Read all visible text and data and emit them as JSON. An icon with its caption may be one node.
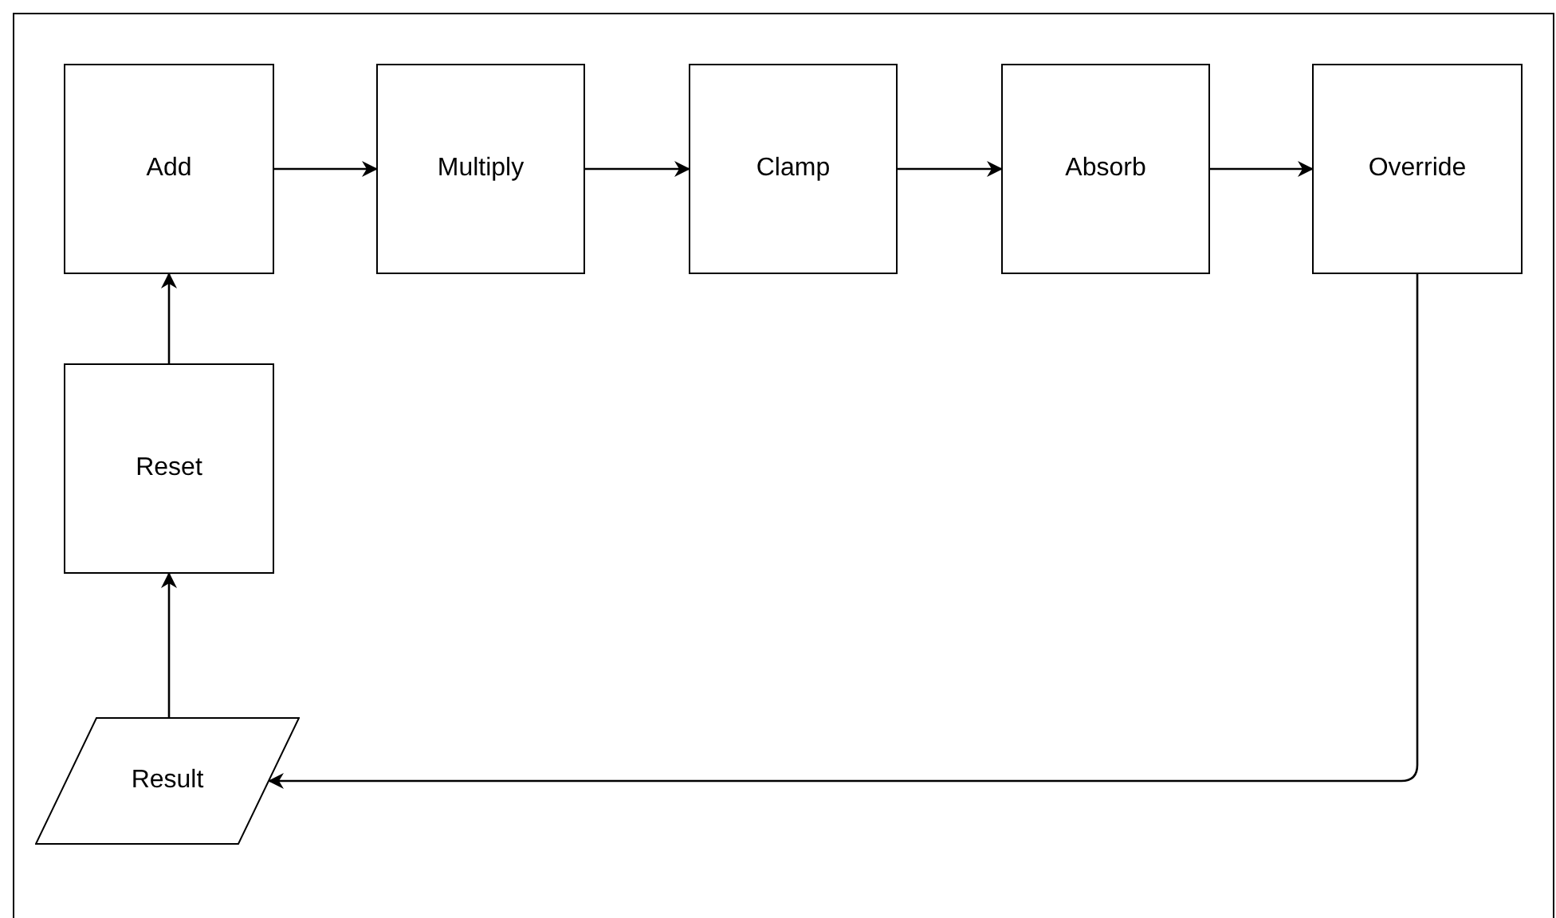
{
  "diagram": {
    "nodes": [
      {
        "text": [
          "Add"
        ]
      },
      {
        "text": [
          "Multiply"
        ]
      },
      {
        "text": [
          "Clamp"
        ]
      },
      {
        "text": [
          "Absorb"
        ]
      },
      {
        "text": [
          "Override"
        ]
      },
      {
        "text": [
          "Reset"
        ]
      },
      {
        "text": [
          "Result"
        ]
      }
    ],
    "edges": [
      {
        "from": 0,
        "to": 1,
        "arrow": "to"
      },
      {
        "from": 1,
        "to": 2,
        "arrow": "to"
      },
      {
        "from": 2,
        "to": 3,
        "arrow": "to"
      },
      {
        "from": 3,
        "to": 4,
        "arrow": "to"
      },
      {
        "from": 4,
        "to": 6,
        "arrow": "to"
      },
      {
        "from": 6,
        "to": 5,
        "arrow": "to"
      },
      {
        "from": 5,
        "to": 0,
        "arrow": "to"
      }
    ]
  }
}
